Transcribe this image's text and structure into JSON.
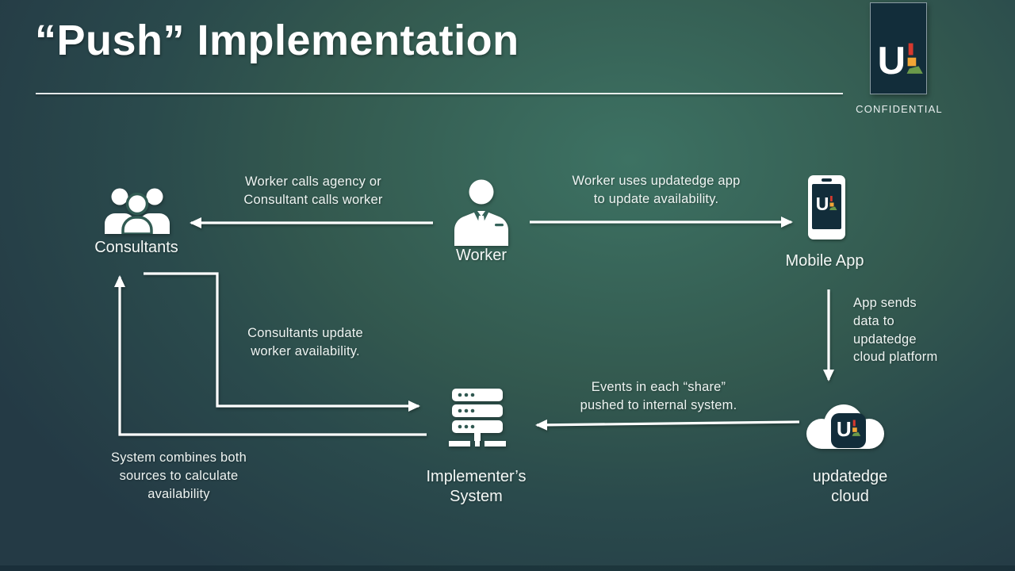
{
  "slide": {
    "title": "“Push” Implementation",
    "confidential_label": "CONFIDENTIAL",
    "logo_letter": "U"
  },
  "colors": {
    "brand_red": "#d6392e",
    "brand_orange": "#f2a636",
    "brand_green": "#6b9a4a",
    "logo_bg": "#122d3a"
  },
  "nodes": {
    "consultants": {
      "label": "Consultants",
      "icon": "people-group-icon"
    },
    "worker": {
      "label": "Worker",
      "icon": "person-suit-icon"
    },
    "mobile_app": {
      "label": "Mobile App",
      "icon": "smartphone-icon"
    },
    "updatedge_cloud": {
      "label": "updatedge\ncloud",
      "icon": "cloud-logo-icon"
    },
    "implementers_system": {
      "label": "Implementer’s\nSystem",
      "icon": "server-icon"
    }
  },
  "annotations": {
    "worker_to_consultants": "Worker calls agency or\nConsultant calls worker",
    "worker_to_mobile_app": "Worker uses updatedge app\nto update availability.",
    "mobile_app_to_cloud": "App sends\ndata to\nupdatedge\ncloud platform",
    "cloud_to_system": "Events in each “share”\npushed to internal system.",
    "consultants_to_system": "Consultants update\nworker availability.",
    "system_to_consultants": "System combines both\nsources to calculate\navailability"
  }
}
